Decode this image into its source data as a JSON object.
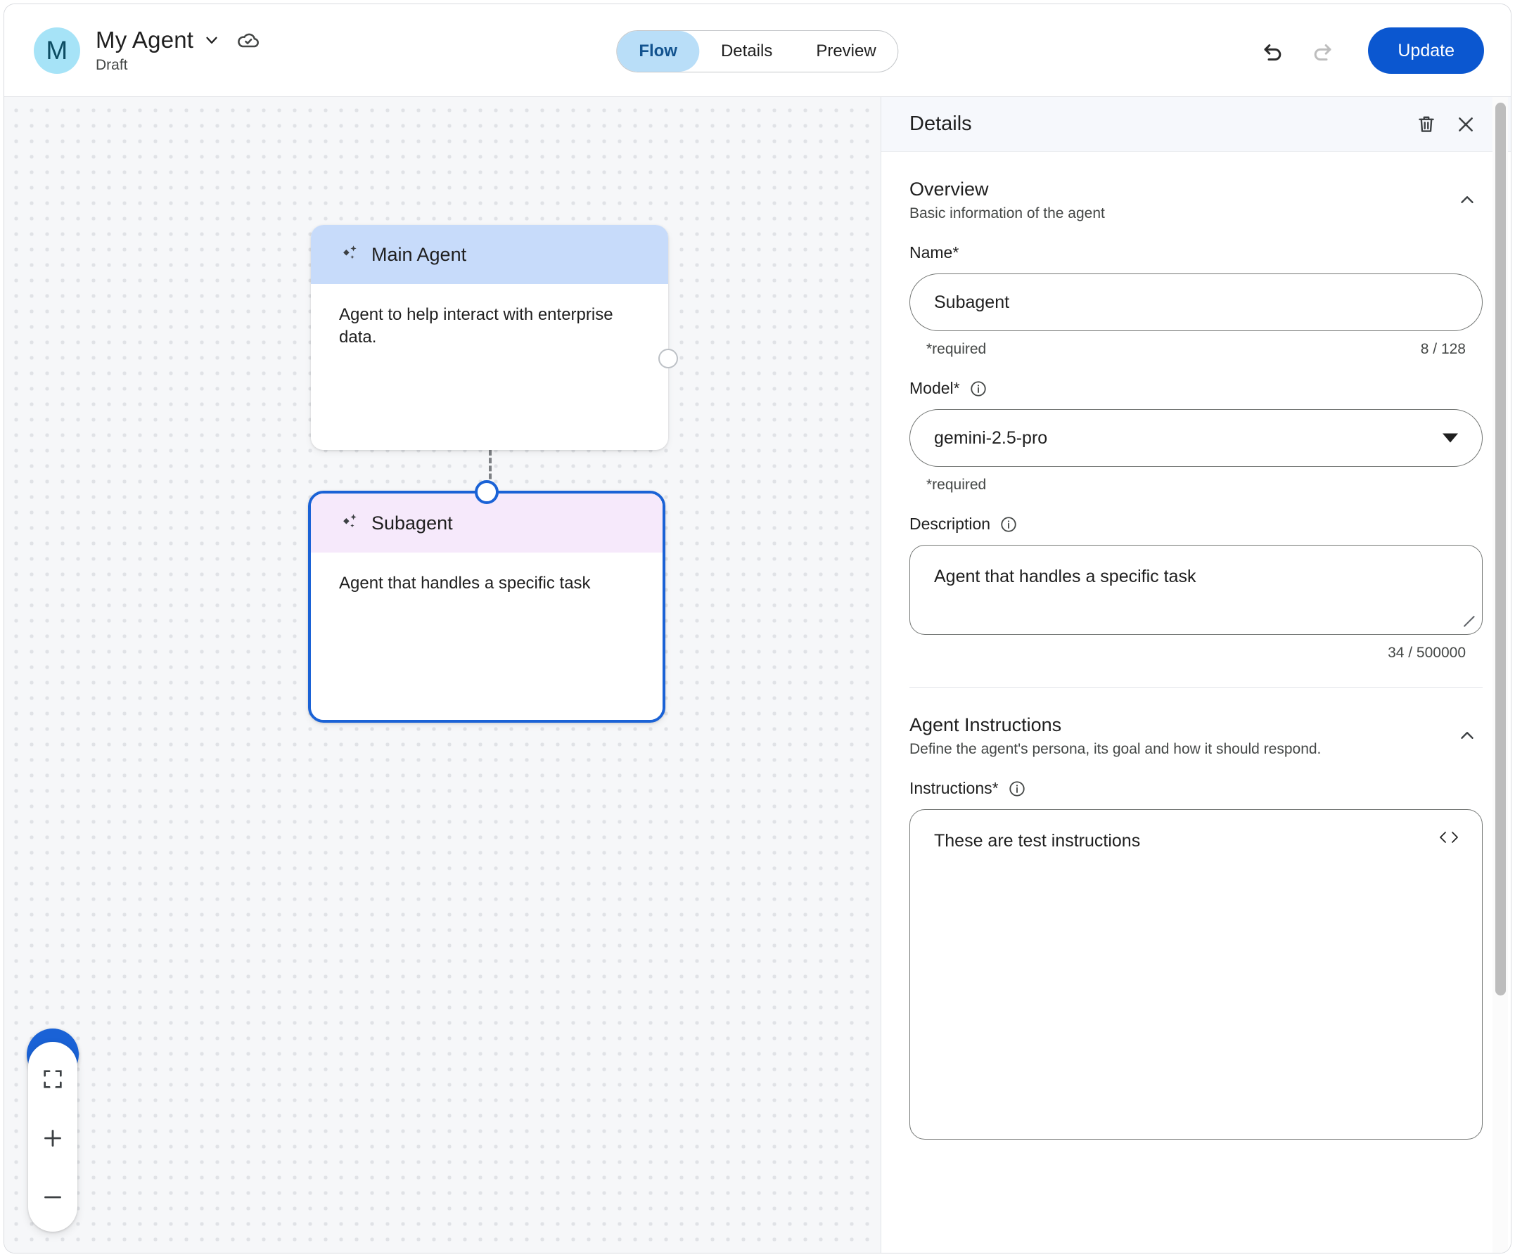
{
  "header": {
    "avatar_initial": "M",
    "agent_name": "My Agent",
    "status": "Draft",
    "dropdown_icon": "chevron-down-icon",
    "sync_icon": "cloud-check-icon",
    "tabs": [
      {
        "label": "Flow",
        "active": true
      },
      {
        "label": "Details",
        "active": false
      },
      {
        "label": "Preview",
        "active": false
      }
    ],
    "undo_icon": "undo-icon",
    "redo_icon": "redo-icon",
    "update_label": "Update"
  },
  "canvas": {
    "nodes": [
      {
        "title": "Main Agent",
        "description": "Agent to help interact with enterprise data.",
        "header_color": "#c7dbfa",
        "selected": false,
        "icon": "sparkle-icon"
      },
      {
        "title": "Subagent",
        "description": "Agent that handles a specific task",
        "header_color": "#f6e9fb",
        "selected": true,
        "icon": "sparkle-icon"
      }
    ],
    "selection_color": "#1a62d6",
    "controls": {
      "assistant_icon": "chat-sparkle-icon",
      "fit_icon": "fit-to-screen-icon",
      "zoom_in_icon": "plus-icon",
      "zoom_out_icon": "minus-icon"
    }
  },
  "panel": {
    "title": "Details",
    "delete_icon": "trash-icon",
    "close_icon": "close-icon",
    "overview": {
      "title": "Overview",
      "subtitle": "Basic information of the agent",
      "collapse_icon": "chevron-up-icon",
      "name": {
        "label": "Name*",
        "value": "Subagent",
        "required_text": "*required",
        "counter": "8 / 128"
      },
      "model": {
        "label": "Model*",
        "info_icon": "info-icon",
        "value": "gemini-2.5-pro",
        "required_text": "*required",
        "dropdown_icon": "dropdown-arrow-icon"
      },
      "description": {
        "label": "Description",
        "info_icon": "info-icon",
        "value": "Agent that handles a specific task",
        "counter": "34 / 500000"
      }
    },
    "instructions_section": {
      "title": "Agent Instructions",
      "subtitle": "Define the agent's persona, its goal and how it should respond.",
      "collapse_icon": "chevron-up-icon",
      "instructions": {
        "label": "Instructions*",
        "info_icon": "info-icon",
        "value": "These are test instructions",
        "code_icon": "code-brackets-icon"
      }
    }
  },
  "colors": {
    "accent": "#0b57d0",
    "selection": "#1a62d6",
    "tab_active_bg": "#b9def8",
    "tab_active_text": "#12538f"
  }
}
